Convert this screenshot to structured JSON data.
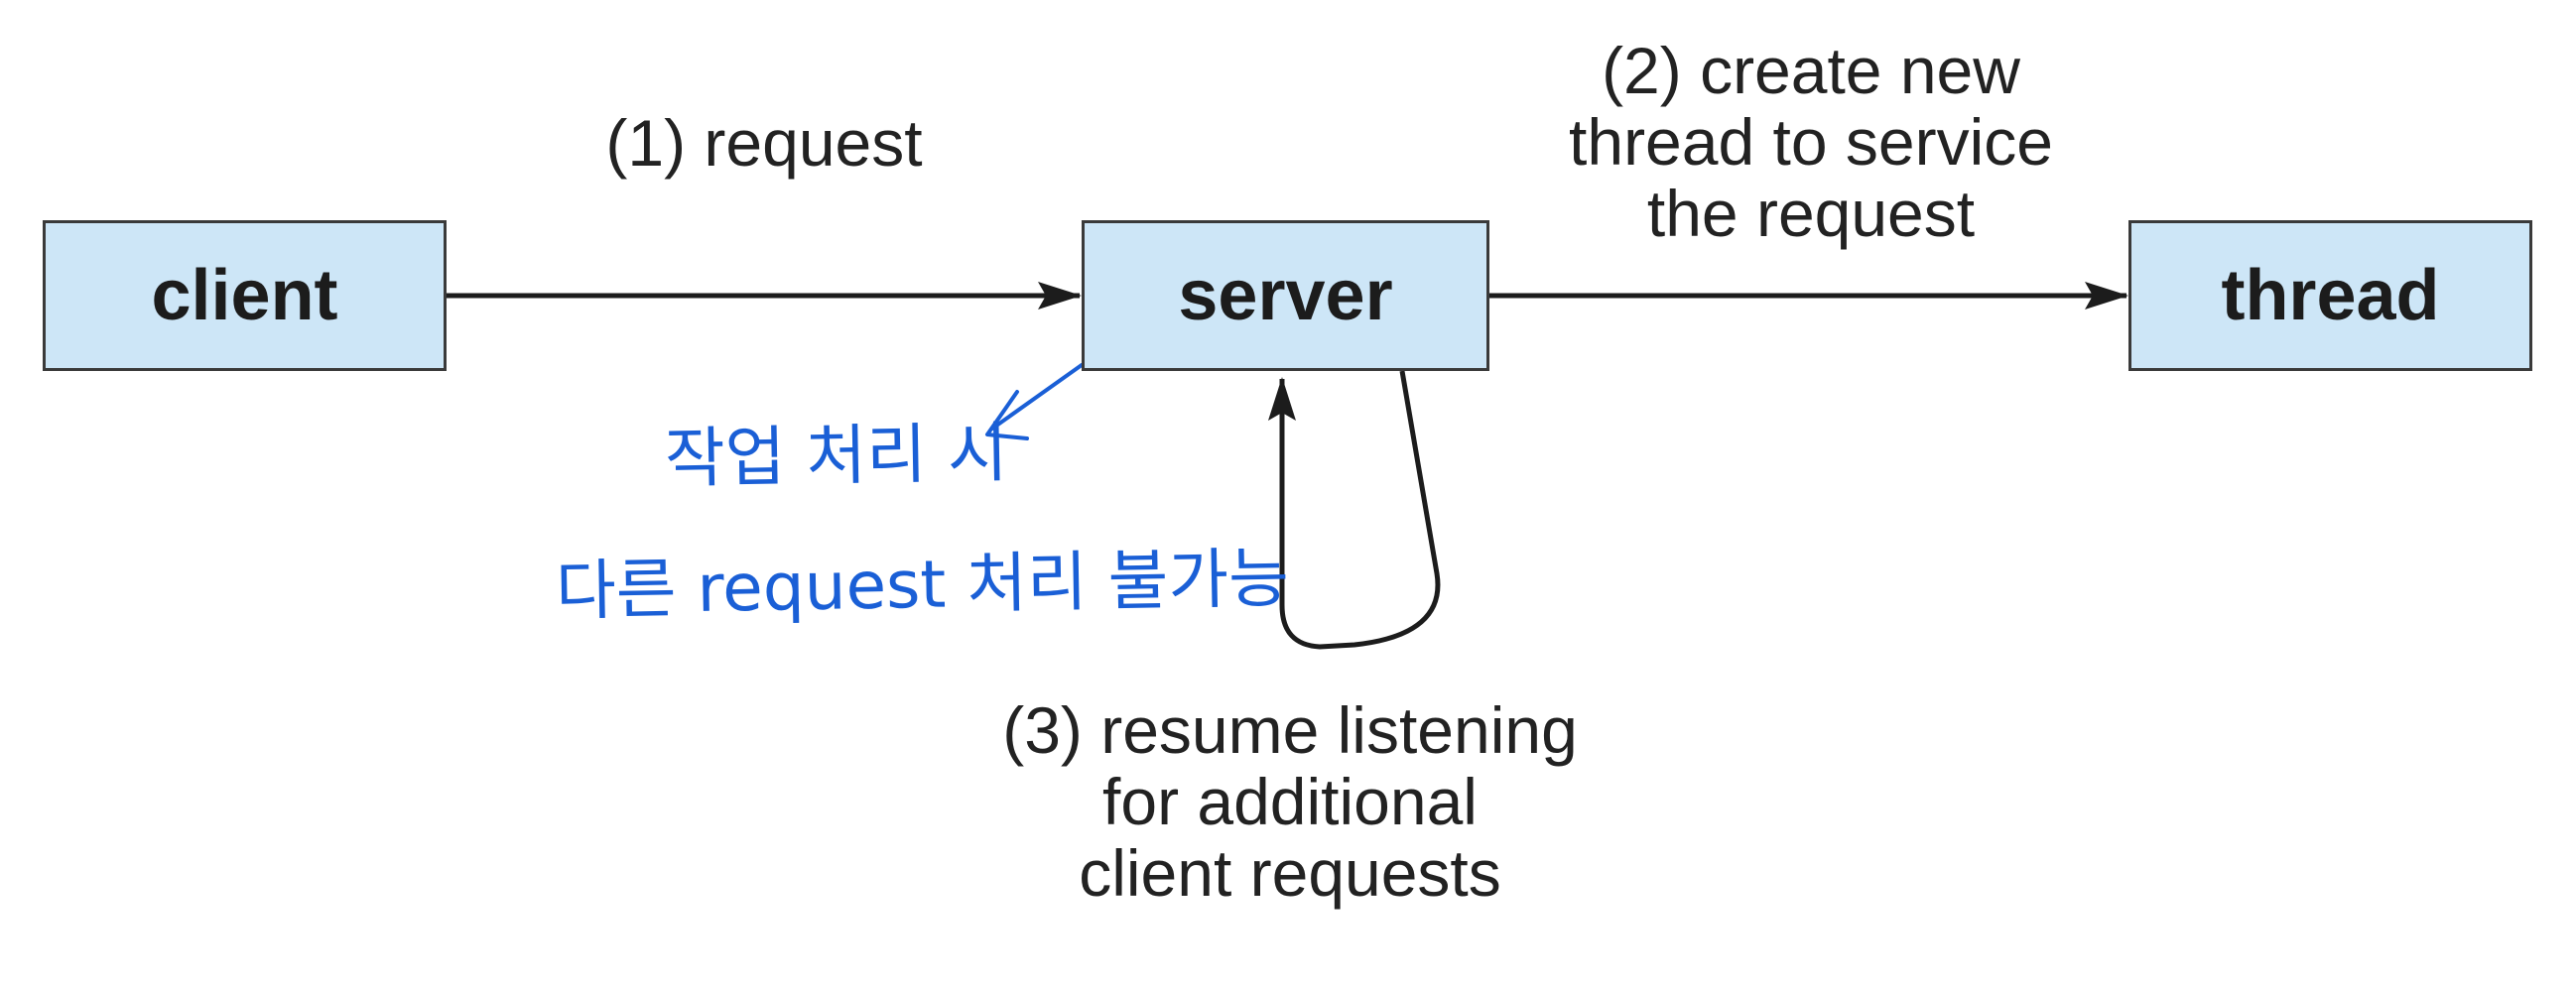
{
  "nodes": {
    "client": "client",
    "server": "server",
    "thread": "thread"
  },
  "edges": {
    "request_label": "(1) request",
    "create_thread_label": [
      "(2) create new",
      "thread to service",
      "the request"
    ],
    "resume_label": [
      "(3) resume listening",
      "for additional",
      "client requests"
    ]
  },
  "handwritten_note": {
    "line1": "작업 처리 시",
    "line2": "다른 request 처리 불가능",
    "color": "#1a5fd6"
  },
  "colors": {
    "box_fill": "#cde6f7",
    "box_border": "#3a3a3a",
    "arrow": "#1c1c1c"
  }
}
